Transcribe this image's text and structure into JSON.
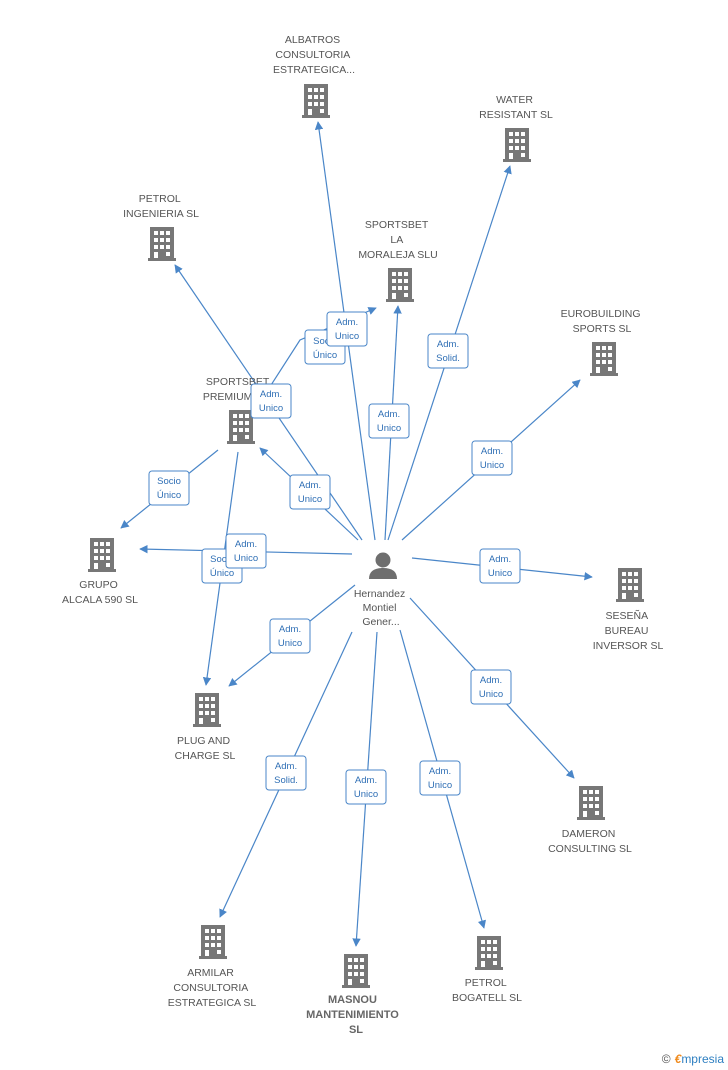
{
  "center": {
    "name_lines": [
      "Hernandez",
      "Montiel",
      "Gener..."
    ]
  },
  "companies": [
    {
      "id": "albatros",
      "lines": [
        "ALBATROS",
        "CONSULTORIA",
        "ESTRATEGICA..."
      ]
    },
    {
      "id": "water",
      "lines": [
        "WATER",
        "RESISTANT SL"
      ]
    },
    {
      "id": "petrol-ing",
      "lines": [
        "PETROL",
        "INGENIERIA SL"
      ]
    },
    {
      "id": "sportsbet-mor",
      "lines": [
        "SPORTSBET",
        "LA",
        "MORALEJA SLU"
      ]
    },
    {
      "id": "eurobuilding",
      "lines": [
        "EUROBUILDING",
        "SPORTS SL"
      ]
    },
    {
      "id": "sportsbet-prem",
      "lines": [
        "SPORTSBET",
        "PREMIUM..."
      ]
    },
    {
      "id": "grupo",
      "lines": [
        "GRUPO",
        "ALCALA 590 SL"
      ]
    },
    {
      "id": "sesena",
      "lines": [
        "SESEÑA",
        "BUREAU",
        "INVERSOR SL"
      ]
    },
    {
      "id": "plug",
      "lines": [
        "PLUG AND",
        "CHARGE SL"
      ]
    },
    {
      "id": "dameron",
      "lines": [
        "DAMERON",
        "CONSULTING SL"
      ]
    },
    {
      "id": "armilar",
      "lines": [
        "ARMILAR",
        "CONSULTORIA",
        "ESTRATEGICA SL"
      ]
    },
    {
      "id": "masnou",
      "lines": [
        "MASNOU",
        "MANTENIMIENTO",
        "SL"
      ],
      "highlight": true
    },
    {
      "id": "petrol-bog",
      "lines": [
        "PETROL",
        "BOGATELL SL"
      ]
    }
  ],
  "edges": [
    {
      "id": "e-albatros",
      "lines": [
        "Adm.",
        "Unico"
      ]
    },
    {
      "id": "e-water",
      "lines": [
        "Adm.",
        "Solid."
      ]
    },
    {
      "id": "e-petrol-ing",
      "lines": [
        "Socio",
        "Único"
      ]
    },
    {
      "id": "e-sportsbet-mor",
      "lines": [
        "Adm.",
        "Unico"
      ]
    },
    {
      "id": "e-eurobuilding",
      "lines": [
        "Adm.",
        "Unico"
      ]
    },
    {
      "id": "e-sportsbet-prem",
      "lines": [
        "Adm.",
        "Unico"
      ]
    },
    {
      "id": "e-prem-grupo",
      "lines": [
        "Socio",
        "Único"
      ]
    },
    {
      "id": "e-prem-plug",
      "lines": [
        "Socio",
        "Único"
      ]
    },
    {
      "id": "e-grupo",
      "lines": [
        "Adm.",
        "Unico"
      ]
    },
    {
      "id": "e-sesena",
      "lines": [
        "Adm.",
        "Unico"
      ]
    },
    {
      "id": "e-plug",
      "lines": [
        "Adm.",
        "Unico"
      ]
    },
    {
      "id": "e-dameron",
      "lines": [
        "Adm.",
        "Unico"
      ]
    },
    {
      "id": "e-armilar",
      "lines": [
        "Adm.",
        "Solid."
      ]
    },
    {
      "id": "e-masnou",
      "lines": [
        "Adm.",
        "Unico"
      ]
    },
    {
      "id": "e-petrol-bog",
      "lines": [
        "Adm.",
        "Unico"
      ]
    },
    {
      "id": "e-prem-top",
      "lines": [
        "Adm.",
        "Unico"
      ]
    }
  ],
  "footer": {
    "copyright": "©",
    "brand_e": "€",
    "brand_rest": "mpresia"
  },
  "colors": {
    "edge": "#4a86c8",
    "building": "#777777",
    "highlight": "#f05a28"
  }
}
